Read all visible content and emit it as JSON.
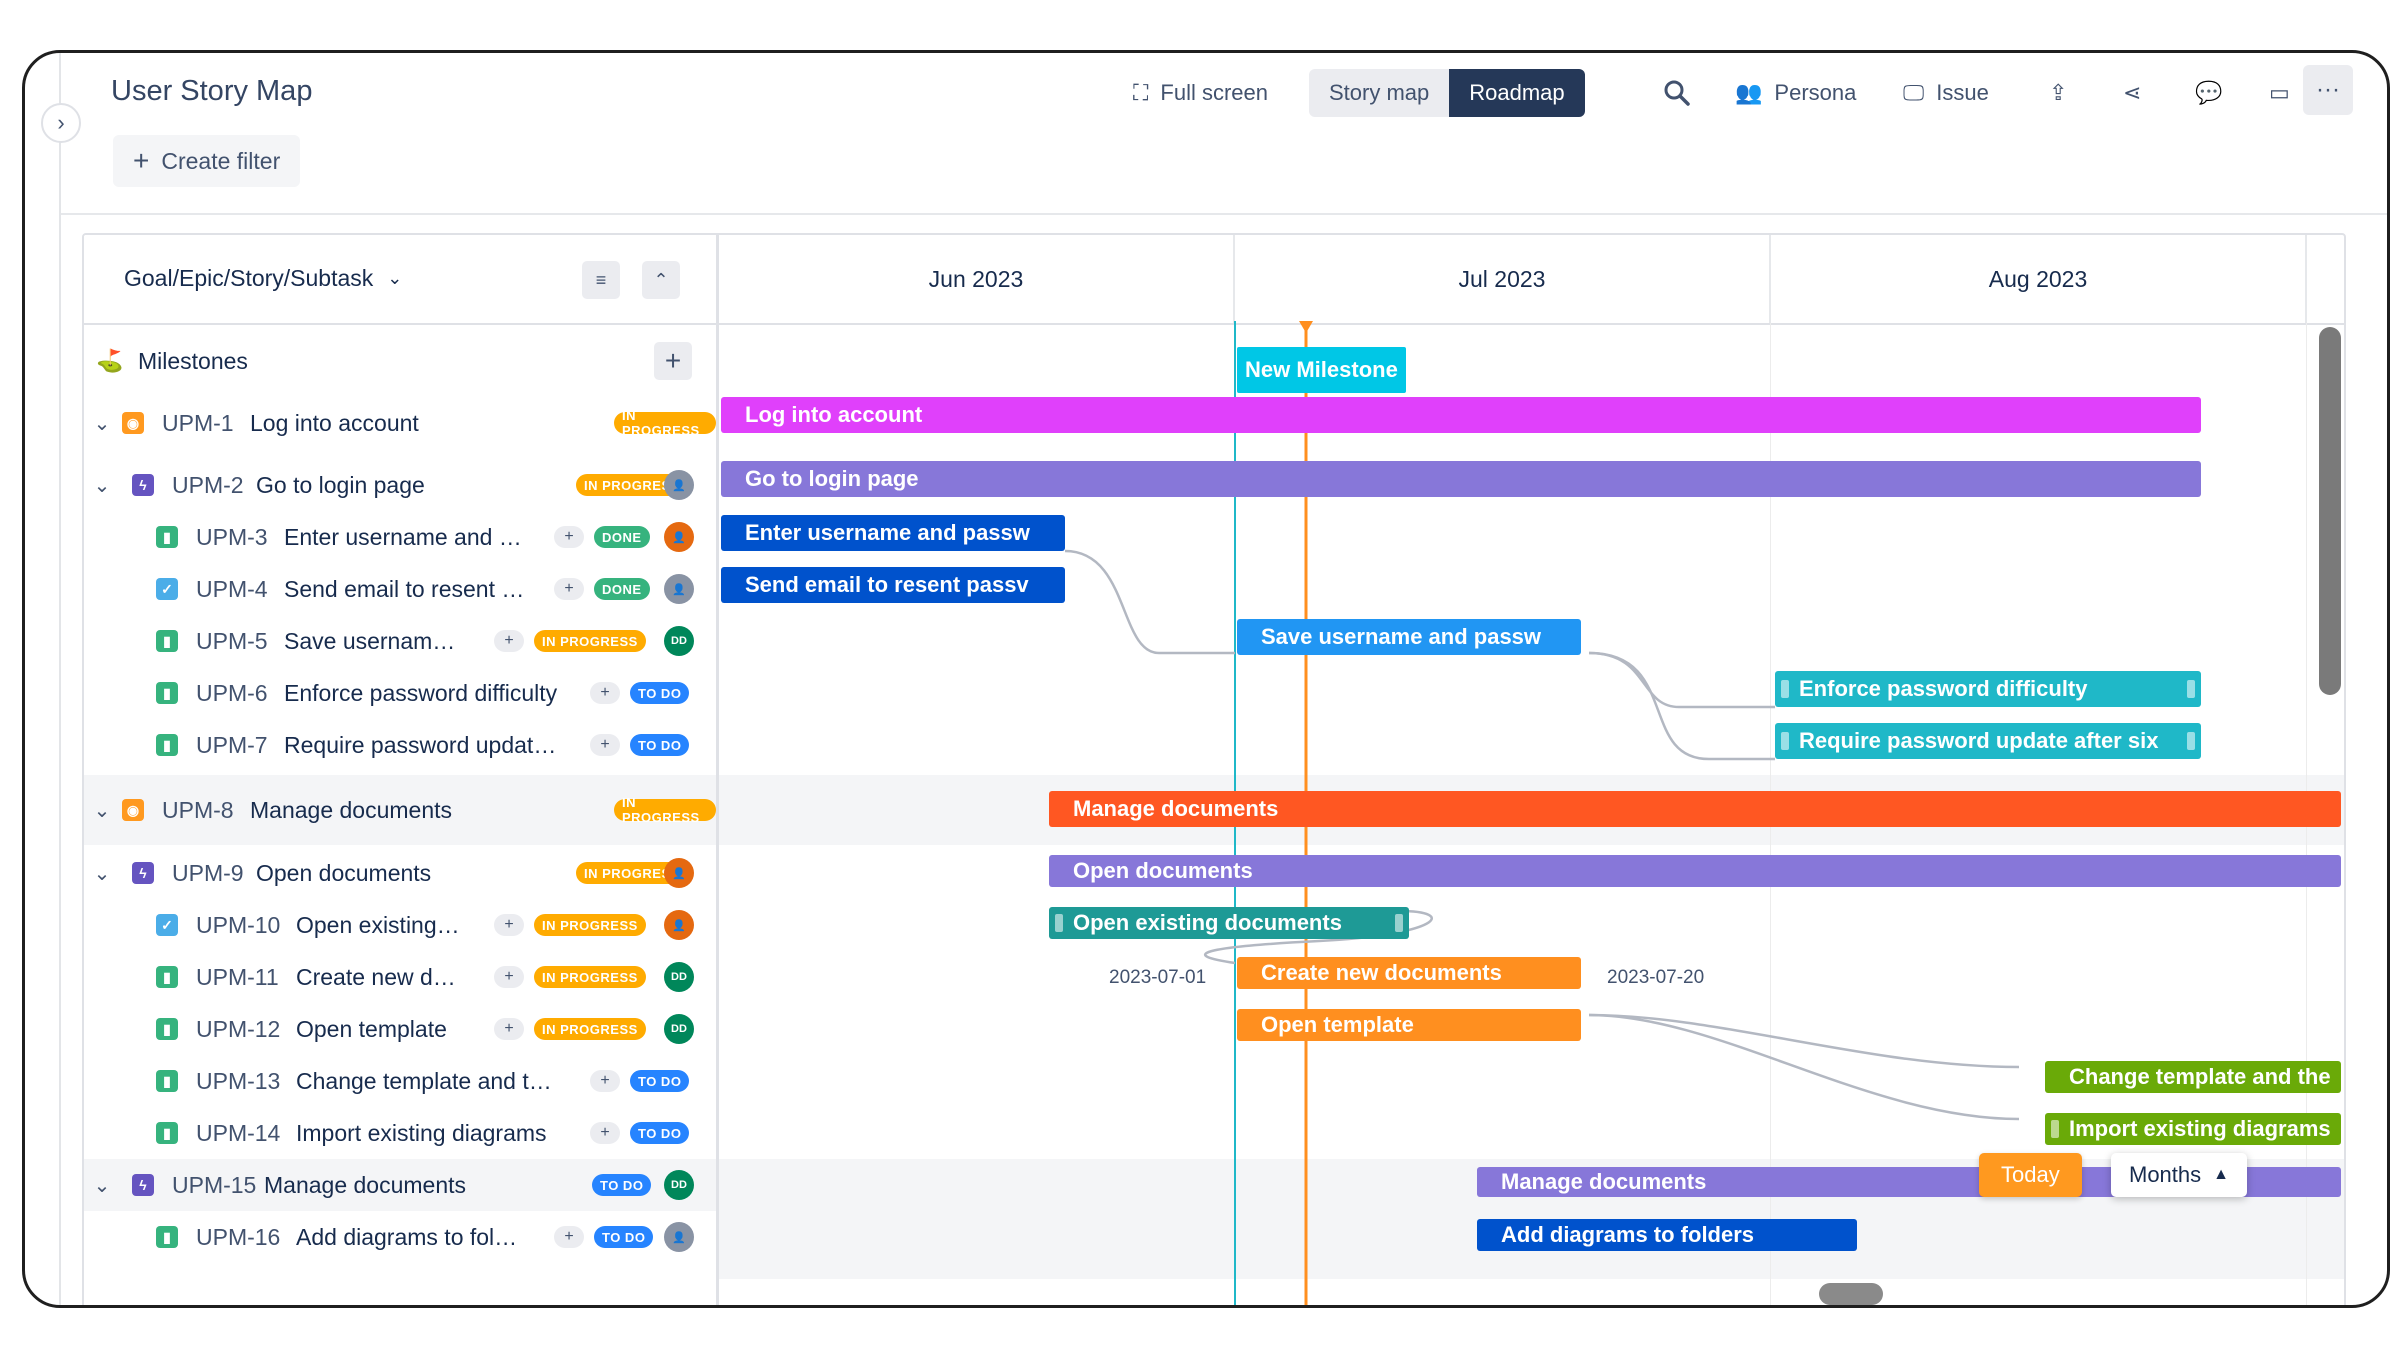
{
  "app": {
    "title": "User Story Map"
  },
  "toolbar": {
    "fullscreen": "Full screen",
    "view_storymap": "Story map",
    "view_roadmap": "Roadmap",
    "persona": "Persona",
    "issue": "Issue",
    "create_filter": "Create filter"
  },
  "left": {
    "hierarchy": "Goal/Epic/Story/Subtask",
    "milestones": "Milestones",
    "rows": [
      {
        "key": "UPM-1",
        "title": "Log into account",
        "status": "IN PROGRESS"
      },
      {
        "key": "UPM-2",
        "title": "Go to login page",
        "status": "IN PROGRESS"
      },
      {
        "key": "UPM-3",
        "title": "Enter username and …",
        "status": "DONE"
      },
      {
        "key": "UPM-4",
        "title": "Send email to resent …",
        "status": "DONE"
      },
      {
        "key": "UPM-5",
        "title": "Save usernam…",
        "status": "IN PROGRESS"
      },
      {
        "key": "UPM-6",
        "title": "Enforce password difficulty",
        "status": "TO DO"
      },
      {
        "key": "UPM-7",
        "title": "Require password updat…",
        "status": "TO DO"
      },
      {
        "key": "UPM-8",
        "title": "Manage documents",
        "status": "IN PROGRESS"
      },
      {
        "key": "UPM-9",
        "title": "Open documents",
        "status": "IN PROGRESS"
      },
      {
        "key": "UPM-10",
        "title": "Open existing…",
        "status": "IN PROGRESS"
      },
      {
        "key": "UPM-11",
        "title": "Create new d…",
        "status": "IN PROGRESS"
      },
      {
        "key": "UPM-12",
        "title": "Open template",
        "status": "IN PROGRESS"
      },
      {
        "key": "UPM-13",
        "title": "Change template and t…",
        "status": "TO DO"
      },
      {
        "key": "UPM-14",
        "title": "Import existing diagrams",
        "status": "TO DO"
      },
      {
        "key": "UPM-15",
        "title": "Manage documents",
        "status": "TO DO"
      },
      {
        "key": "UPM-16",
        "title": "Add diagrams to fol…",
        "status": "TO DO"
      }
    ],
    "avatar_initials": "DD"
  },
  "timeline": {
    "months": [
      "Jun 2023",
      "Jul 2023",
      "Aug 2023"
    ],
    "milestone": "New Milestone",
    "bars": [
      "Log into account",
      "Go to login page",
      "Enter username and passw",
      "Send email to resent passv",
      "Save username and passw",
      "Enforce password difficulty",
      "Require password update after six",
      "Manage documents",
      "Open documents",
      "Open existing documents",
      "Create new documents",
      "Open template",
      "Change template and the",
      "Import existing diagrams",
      "Manage documents",
      "Add diagrams to folders"
    ],
    "date_start": "2023-07-01",
    "date_end": "2023-07-20",
    "today": "Today",
    "zoom": "Months"
  },
  "colors": {
    "goal": "#e040fb",
    "epic": "#8777d9",
    "story_blue": "#0052cc",
    "story_sky": "#2196f3",
    "teal": "#1fb8c8",
    "orange_red": "#ff5722",
    "orange": "#ff8f1f",
    "green": "#6aaa08",
    "milestone": "#00c7e6",
    "today": "#ff991f"
  }
}
